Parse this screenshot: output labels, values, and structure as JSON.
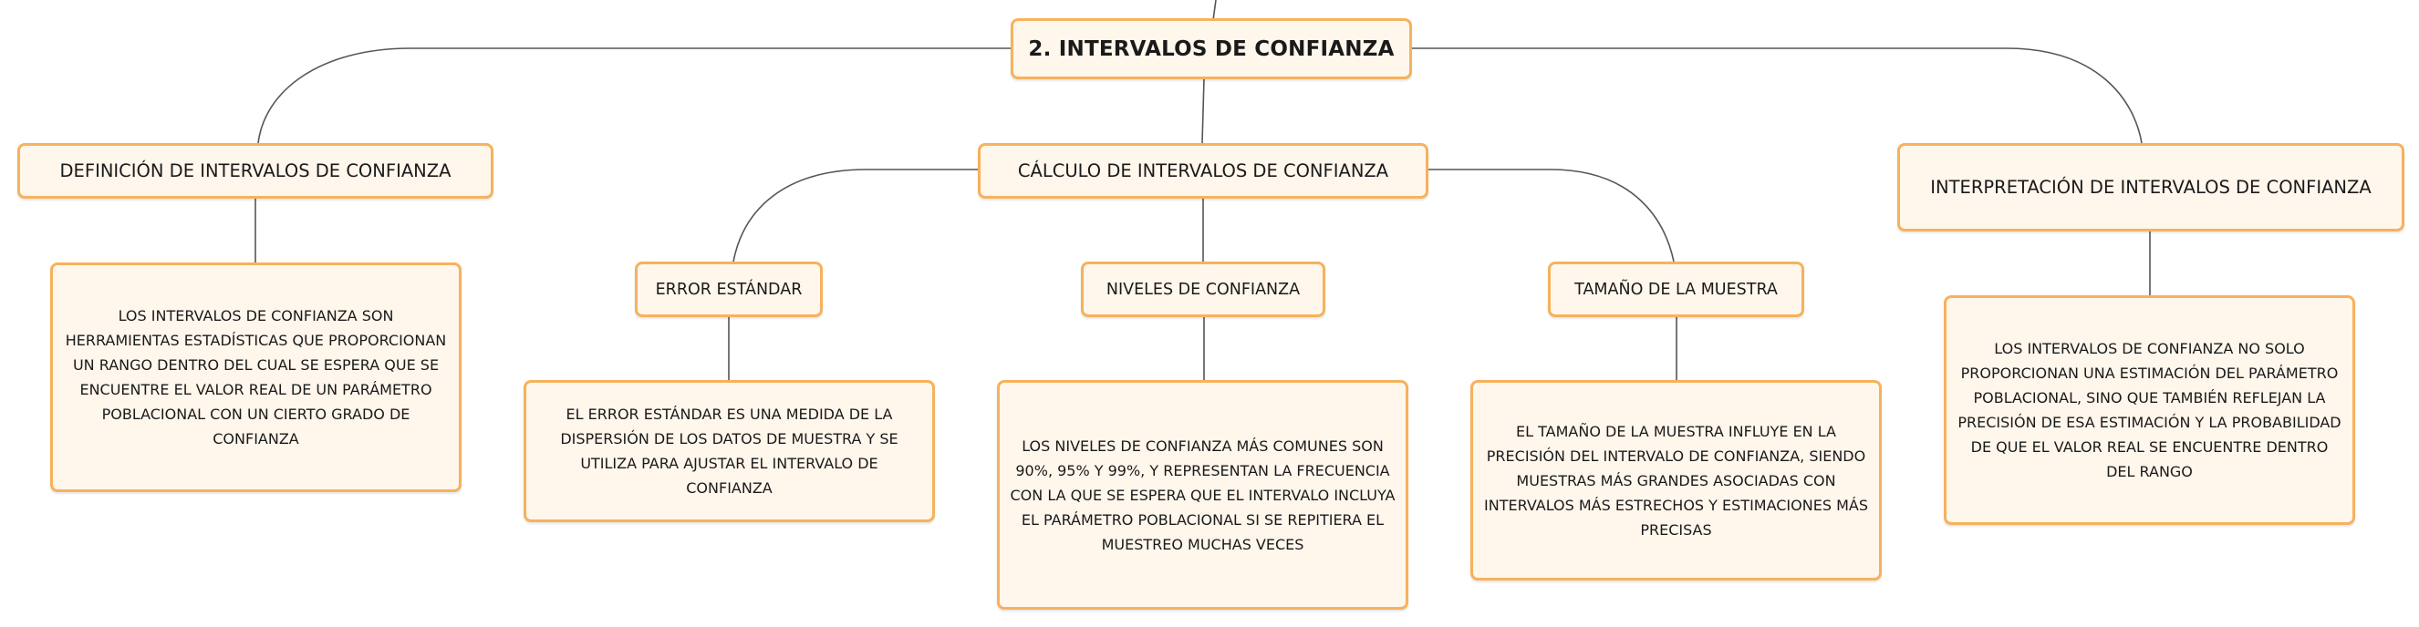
{
  "root": {
    "title": "2. INTERVALOS DE CONFIANZA"
  },
  "branches": {
    "definicion": {
      "title": "DEFINICIÓN DE INTERVALOS DE CONFIANZA",
      "text": "LOS INTERVALOS DE CONFIANZA SON HERRAMIENTAS ESTADÍSTICAS QUE PROPORCIONAN UN RANGO DENTRO DEL CUAL SE ESPERA QUE SE ENCUENTRE EL VALOR REAL DE UN PARÁMETRO POBLACIONAL CON UN CIERTO GRADO DE CONFIANZA"
    },
    "calculo": {
      "title": "CÁLCULO DE INTERVALOS DE CONFIANZA",
      "children": {
        "error": {
          "title": "ERROR ESTÁNDAR",
          "text": "EL ERROR ESTÁNDAR ES UNA MEDIDA DE LA DISPERSIÓN DE LOS DATOS DE MUESTRA Y SE UTILIZA PARA AJUSTAR EL INTERVALO DE CONFIANZA"
        },
        "niveles": {
          "title": "NIVELES DE CONFIANZA",
          "text": "LOS NIVELES DE CONFIANZA MÁS COMUNES SON 90%, 95% Y 99%, Y REPRESENTAN LA FRECUENCIA CON LA QUE SE ESPERA QUE EL INTERVALO INCLUYA EL PARÁMETRO POBLACIONAL SI SE REPITIERA EL MUESTREO MUCHAS VECES"
        },
        "tamano": {
          "title": "TAMAÑO DE LA MUESTRA",
          "text": "EL TAMAÑO DE LA MUESTRA INFLUYE EN LA PRECISIÓN DEL INTERVALO DE CONFIANZA, SIENDO MUESTRAS MÁS GRANDES ASOCIADAS CON INTERVALOS MÁS ESTRECHOS Y ESTIMACIONES MÁS PRECISAS"
        }
      }
    },
    "interpretacion": {
      "title": "INTERPRETACIÓN DE INTERVALOS DE CONFIANZA",
      "text": "LOS INTERVALOS DE CONFIANZA NO SOLO PROPORCIONAN UNA ESTIMACIÓN DEL PARÁMETRO POBLACIONAL, SINO QUE TAMBIÉN REFLEJAN LA PRECISIÓN DE ESA ESTIMACIÓN Y LA PROBABILIDAD DE QUE EL VALOR REAL SE ENCUENTRE DENTRO DEL RANGO"
    }
  },
  "colors": {
    "node_border": "#f6b25c",
    "node_fill": "#fff6ec",
    "connector": "#555555",
    "text": "#1a1a1a"
  }
}
